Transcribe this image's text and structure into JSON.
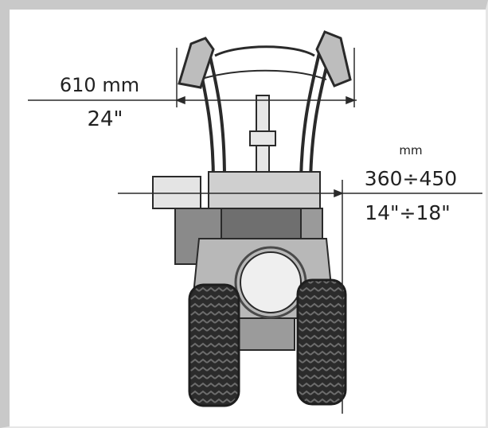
{
  "dimensions": {
    "handle_width": {
      "metric": "610 mm",
      "imperial": "24\""
    },
    "track_width": {
      "unit": "mm",
      "metric": "360÷450",
      "imperial": "14\"÷18\""
    }
  },
  "colors": {
    "ink": "#2a2a2a",
    "frame": "#c9c9c9",
    "engine_light": "#d9d9d9",
    "tyre": "#1e1e1e"
  }
}
